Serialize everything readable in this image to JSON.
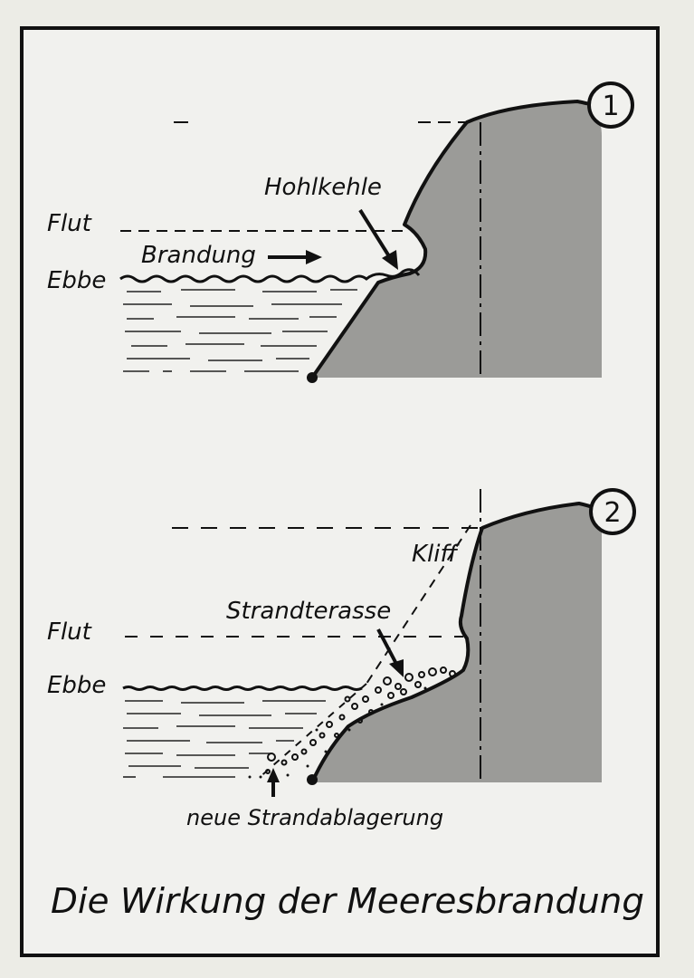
{
  "diagram": {
    "title": "Die Wirkung der Meeresbrandung",
    "panel1": {
      "number": "1",
      "labels": {
        "flut": "Flut",
        "ebbe": "Ebbe",
        "brandung": "Brandung",
        "hohlkehle": "Hohlkehle"
      }
    },
    "panel2": {
      "number": "2",
      "labels": {
        "flut": "Flut",
        "ebbe": "Ebbe",
        "kliff": "Kliff",
        "strandterasse": "Strandterasse",
        "neue_strandablagerung": "neue Strandablagerung"
      }
    },
    "colors": {
      "rock": "#9b9b98",
      "ink": "#111111",
      "paper": "#f1f1ee"
    }
  }
}
